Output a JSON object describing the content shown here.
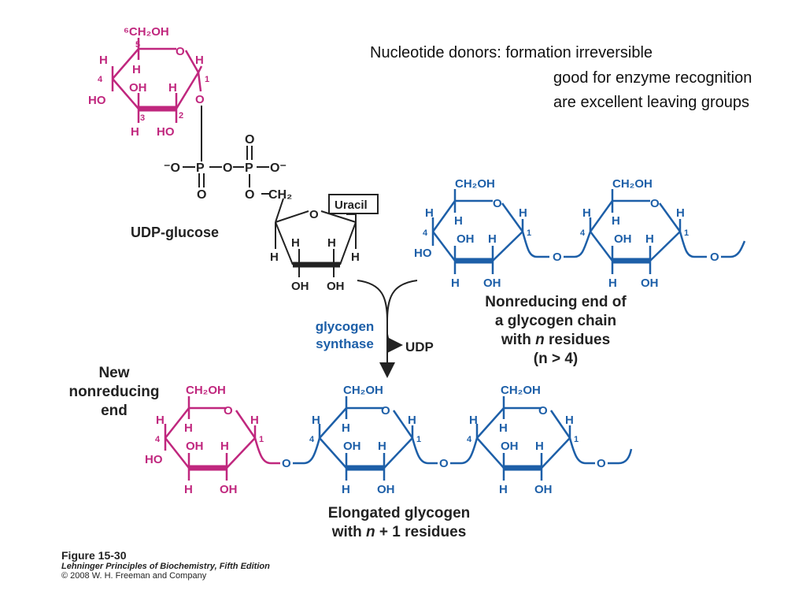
{
  "notes": {
    "line1": "Nucleotide donors:  formation irreversible",
    "line2": "good for enzyme recognition",
    "line3": "are excellent leaving groups"
  },
  "udp_glucose": {
    "label": "UDP-glucose",
    "uracil": "Uracil",
    "ch2oh_c6": "⁶CH₂OH",
    "ch2": "CH₂",
    "phosphate_o_minus": "⁻O",
    "o_minus": "O⁻"
  },
  "reaction": {
    "enzyme_line1": "glycogen",
    "enzyme_line2": "synthase",
    "product": "UDP"
  },
  "chain_caption": {
    "line1": "Nonreducing end of",
    "line2": "a glycogen chain",
    "line3_pre": "with ",
    "line3_n": "n",
    "line3_post": " residues",
    "line4": "(n > 4)"
  },
  "new_end": {
    "line1": "New",
    "line2": "nonreducing",
    "line3": "end"
  },
  "elongated": {
    "line1": "Elongated  glycogen",
    "line2_pre": "with  ",
    "line2_n": "n",
    "line2_post": "  +  1 residues"
  },
  "figure": {
    "title": "Figure 15-30",
    "book": "Lehninger Principles of Biochemistry, Fifth Edition",
    "copyright": "© 2008 W. H. Freeman and Company"
  },
  "ring_labels": {
    "ch2oh": "CH₂OH",
    "h": "H",
    "oh": "OH",
    "ho": "HO",
    "o": "O",
    "p": "P",
    "c1": "1",
    "c2": "2",
    "c3": "3",
    "c4": "4",
    "c5": "5"
  },
  "colors": {
    "magenta": "#c0277e",
    "blue": "#1d5fa8",
    "black": "#222222"
  }
}
